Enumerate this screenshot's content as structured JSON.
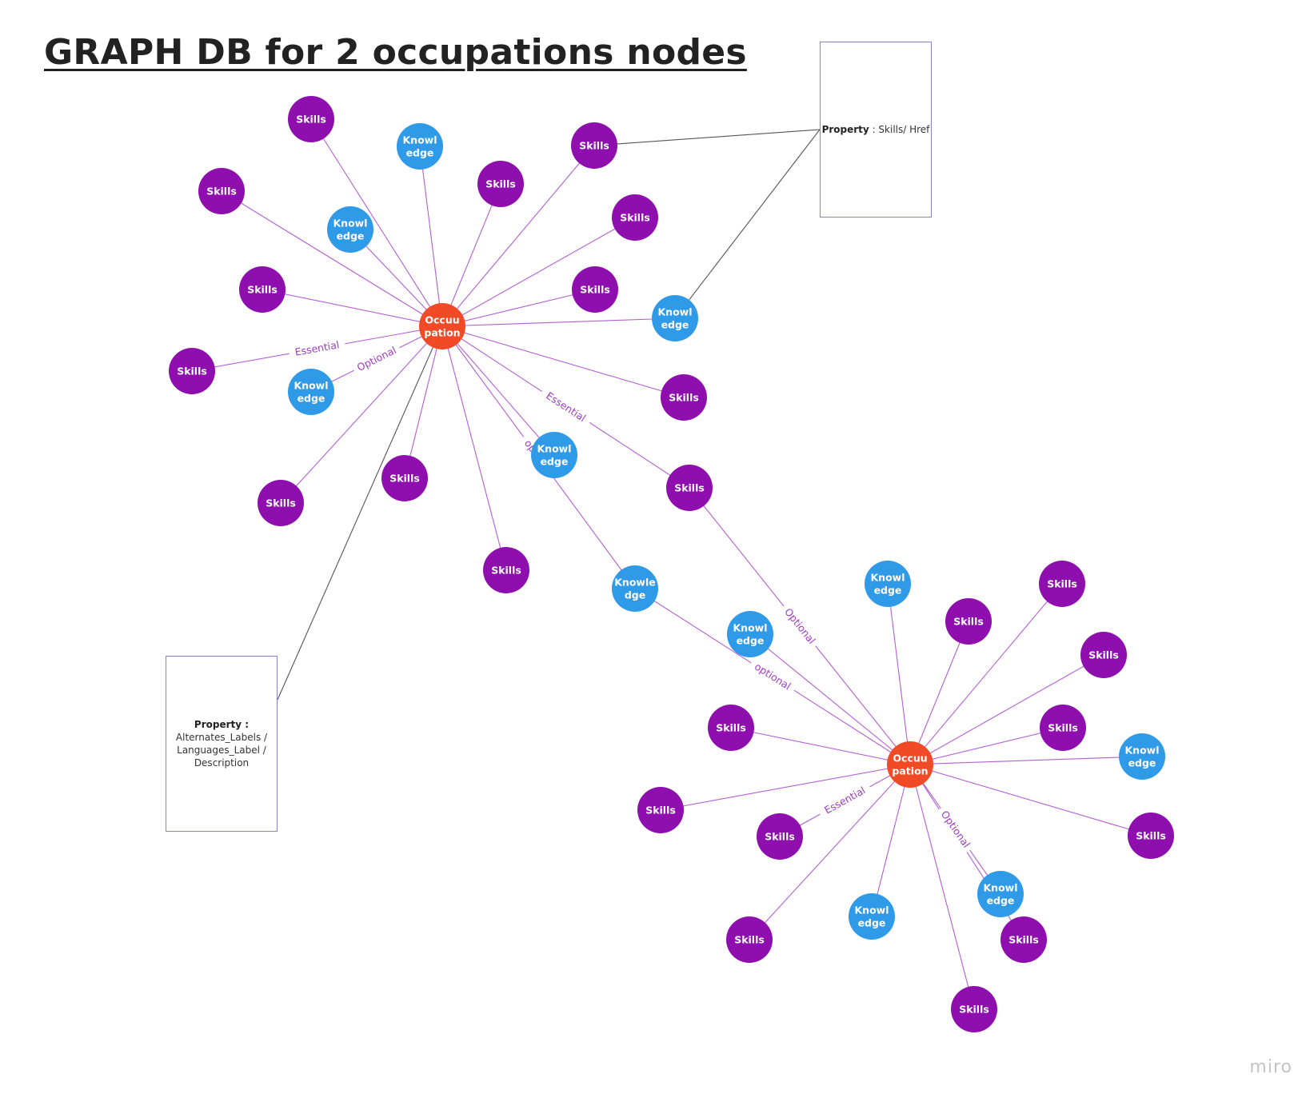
{
  "title": "GRAPH DB for 2 occupations nodes",
  "brand": "miro",
  "colors": {
    "occupation": "#f04a26",
    "skills": "#8e0fae",
    "knowledge": "#2f9ae8",
    "edge": "#b35fd0",
    "edge_label": "#a03cc4",
    "connector": "#555555",
    "box_border": "#8a82c8"
  },
  "property_boxes": [
    {
      "id": "href",
      "label": "Property",
      "value": "Skills/ Href"
    },
    {
      "id": "labels",
      "label": "Property :",
      "value_lines": [
        "Alternates_Labels /",
        "Languages_Label /",
        "Description"
      ]
    }
  ],
  "nodes": [
    {
      "id": "occ1",
      "type": "occupation",
      "lines": [
        "Occuu",
        "pation"
      ]
    },
    {
      "id": "occ2",
      "type": "occupation",
      "lines": [
        "Occuu",
        "pation"
      ]
    },
    {
      "id": "s1",
      "type": "skills",
      "lines": [
        "Skills"
      ]
    },
    {
      "id": "k1",
      "type": "knowledge",
      "lines": [
        "Knowl",
        "edge"
      ]
    },
    {
      "id": "s2",
      "type": "skills",
      "lines": [
        "Skills"
      ]
    },
    {
      "id": "s3",
      "type": "skills",
      "lines": [
        "Skills"
      ]
    },
    {
      "id": "s4",
      "type": "skills",
      "lines": [
        "Skills"
      ]
    },
    {
      "id": "k2",
      "type": "knowledge",
      "lines": [
        "Knowl",
        "edge"
      ]
    },
    {
      "id": "s5",
      "type": "skills",
      "lines": [
        "Skills"
      ]
    },
    {
      "id": "s6",
      "type": "skills",
      "lines": [
        "Skills"
      ]
    },
    {
      "id": "s7",
      "type": "skills",
      "lines": [
        "Skills"
      ]
    },
    {
      "id": "k3",
      "type": "knowledge",
      "lines": [
        "Knowl",
        "edge"
      ]
    },
    {
      "id": "s8",
      "type": "skills",
      "lines": [
        "Skills"
      ]
    },
    {
      "id": "k4",
      "type": "knowledge",
      "lines": [
        "Knowl",
        "edge"
      ]
    },
    {
      "id": "s9",
      "type": "skills",
      "lines": [
        "Skills"
      ]
    },
    {
      "id": "k5",
      "type": "knowledge",
      "lines": [
        "Knowl",
        "edge"
      ]
    },
    {
      "id": "s10",
      "type": "skills",
      "lines": [
        "Skills"
      ]
    },
    {
      "id": "s11",
      "type": "skills",
      "lines": [
        "Skills"
      ]
    },
    {
      "id": "s12",
      "type": "skills",
      "lines": [
        "Skills"
      ]
    },
    {
      "id": "s13",
      "type": "skills",
      "lines": [
        "Skills"
      ]
    },
    {
      "id": "kx",
      "type": "knowledge",
      "lines": [
        "Knowle",
        "dge"
      ]
    },
    {
      "id": "s14",
      "type": "skills",
      "lines": [
        "Skills"
      ]
    },
    {
      "id": "k6",
      "type": "knowledge",
      "lines": [
        "Knowl",
        "edge"
      ]
    },
    {
      "id": "s15",
      "type": "skills",
      "lines": [
        "Skills"
      ]
    },
    {
      "id": "k7",
      "type": "knowledge",
      "lines": [
        "Knowl",
        "edge"
      ]
    },
    {
      "id": "s16",
      "type": "skills",
      "lines": [
        "Skills"
      ]
    },
    {
      "id": "s17",
      "type": "skills",
      "lines": [
        "Skills"
      ]
    },
    {
      "id": "s18",
      "type": "skills",
      "lines": [
        "Skills"
      ]
    },
    {
      "id": "k8",
      "type": "knowledge",
      "lines": [
        "Knowl",
        "edge"
      ]
    },
    {
      "id": "s19",
      "type": "skills",
      "lines": [
        "Skills"
      ]
    },
    {
      "id": "s20",
      "type": "skills",
      "lines": [
        "Skills"
      ]
    },
    {
      "id": "k9",
      "type": "knowledge",
      "lines": [
        "Knowl",
        "edge"
      ]
    },
    {
      "id": "s21",
      "type": "skills",
      "lines": [
        "Skills"
      ]
    },
    {
      "id": "k10",
      "type": "knowledge",
      "lines": [
        "Knowl",
        "edge"
      ]
    },
    {
      "id": "s22",
      "type": "skills",
      "lines": [
        "Skills"
      ]
    },
    {
      "id": "s23",
      "type": "skills",
      "lines": [
        "Skills"
      ]
    },
    {
      "id": "s24",
      "type": "skills",
      "lines": [
        "Skills"
      ]
    }
  ],
  "edges": [
    {
      "from": "occ1",
      "to": "s1"
    },
    {
      "from": "occ1",
      "to": "k1"
    },
    {
      "from": "occ1",
      "to": "s2"
    },
    {
      "from": "occ1",
      "to": "s3"
    },
    {
      "from": "occ1",
      "to": "s4"
    },
    {
      "from": "occ1",
      "to": "k2"
    },
    {
      "from": "occ1",
      "to": "s5"
    },
    {
      "from": "occ1",
      "to": "s6"
    },
    {
      "from": "occ1",
      "to": "s7",
      "label": "Essential"
    },
    {
      "from": "occ1",
      "to": "k3",
      "label": "Optional"
    },
    {
      "from": "occ1",
      "to": "s8"
    },
    {
      "from": "occ1",
      "to": "k4"
    },
    {
      "from": "occ1",
      "to": "s9"
    },
    {
      "from": "occ1",
      "to": "k5"
    },
    {
      "from": "occ1",
      "to": "s10"
    },
    {
      "from": "occ1",
      "to": "s11"
    },
    {
      "from": "occ1",
      "to": "s12"
    },
    {
      "from": "occ1",
      "to": "s13",
      "label": "Essential"
    },
    {
      "from": "occ1",
      "to": "kx",
      "label": "optional"
    },
    {
      "from": "occ2",
      "to": "s13",
      "label": "Optional"
    },
    {
      "from": "occ2",
      "to": "kx",
      "label": "optional"
    },
    {
      "from": "occ2",
      "to": "s14"
    },
    {
      "from": "occ2",
      "to": "k6"
    },
    {
      "from": "occ2",
      "to": "s15"
    },
    {
      "from": "occ2",
      "to": "k7"
    },
    {
      "from": "occ2",
      "to": "s16"
    },
    {
      "from": "occ2",
      "to": "s17"
    },
    {
      "from": "occ2",
      "to": "s18"
    },
    {
      "from": "occ2",
      "to": "k8"
    },
    {
      "from": "occ2",
      "to": "s19"
    },
    {
      "from": "occ2",
      "to": "s20",
      "label": "Essential"
    },
    {
      "from": "occ2",
      "to": "k9",
      "label": "Optional"
    },
    {
      "from": "occ2",
      "to": "s21"
    },
    {
      "from": "occ2",
      "to": "k10"
    },
    {
      "from": "occ2",
      "to": "s22"
    },
    {
      "from": "occ2",
      "to": "s23"
    },
    {
      "from": "occ2",
      "to": "s24"
    }
  ],
  "connectors": [
    {
      "node": "s3",
      "box": "href"
    },
    {
      "node": "k4",
      "box": "href"
    },
    {
      "node": "occ1",
      "box": "labels"
    }
  ]
}
